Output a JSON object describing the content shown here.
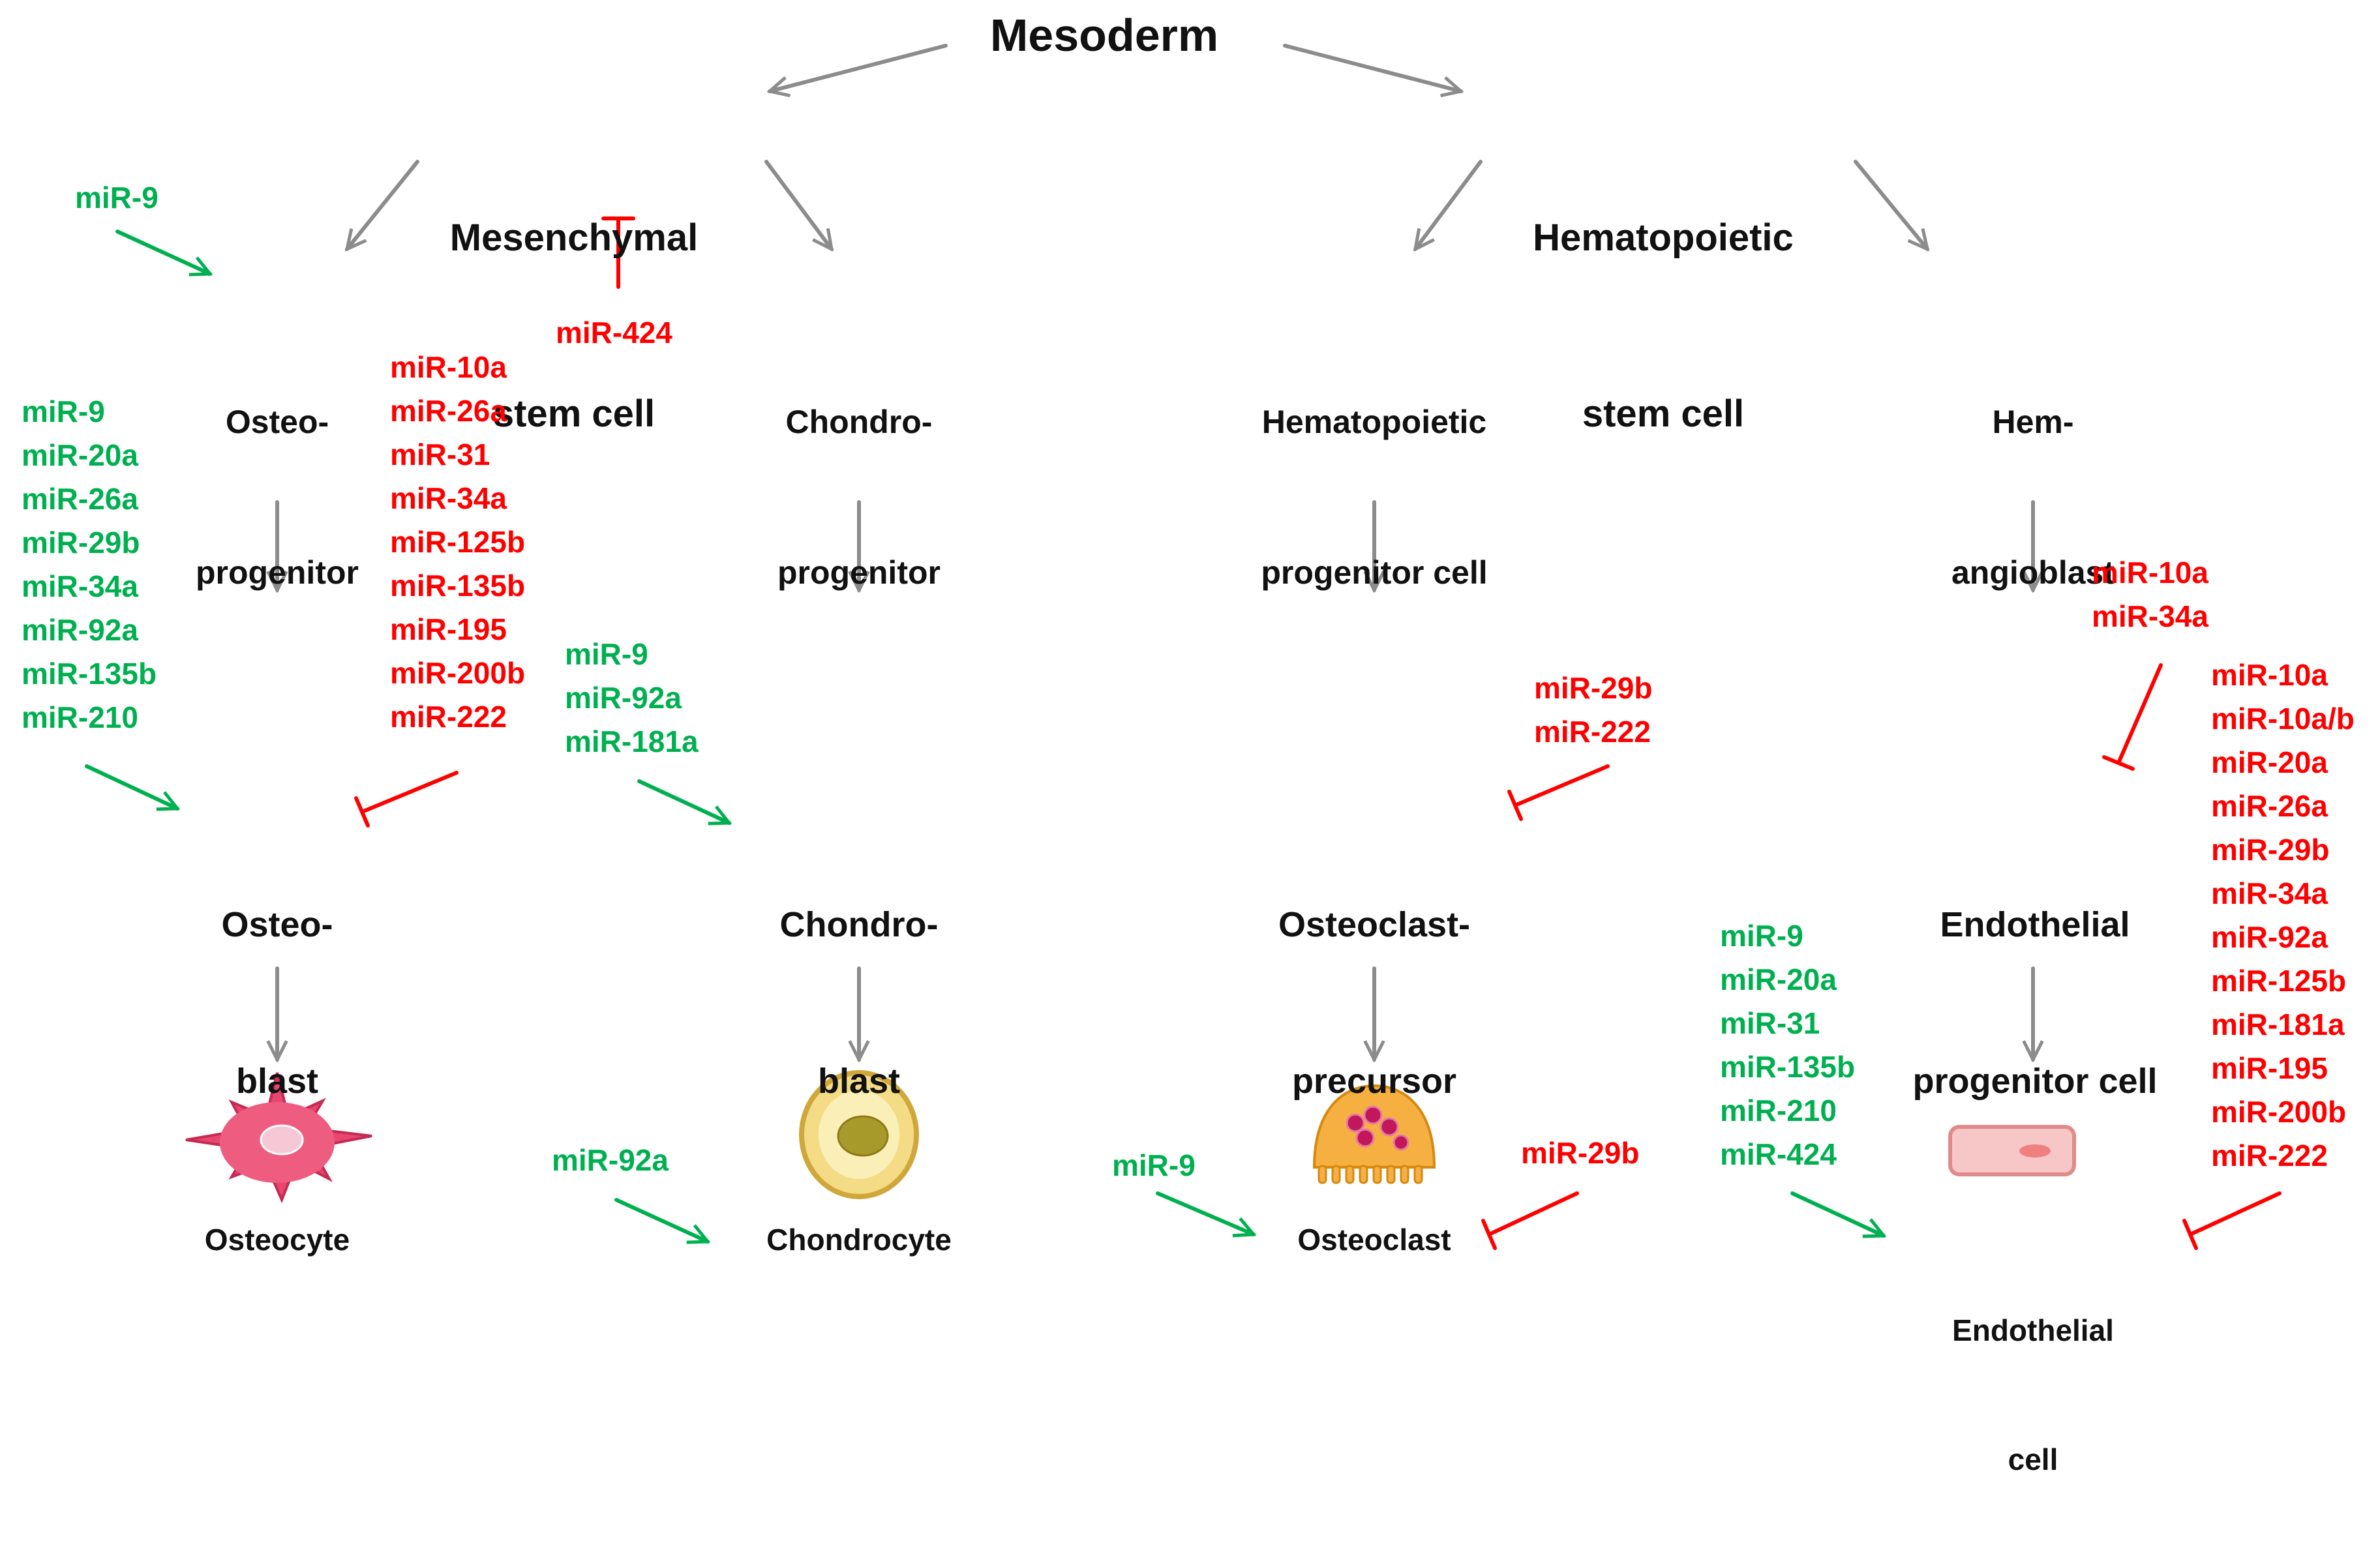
{
  "colors": {
    "activator": "#00B050",
    "inhibitor": "#FF0000",
    "arrow": "#8C8C8C",
    "text": "#111111"
  },
  "nodes": {
    "mesoderm": "Mesoderm",
    "msc_line1": "Mesenchymal",
    "msc_line2": "stem cell",
    "hsc_line1": "Hematopoietic",
    "hsc_line2": "stem cell",
    "osteoprog_line1": "Osteo-",
    "osteoprog_line2": "progenitor",
    "chondroprog_line1": "Chondro-",
    "chondroprog_line2": "progenitor",
    "hemprog_line1": "Hematopoietic",
    "hemprog_line2": "progenitor cell",
    "hemangio_line1": "Hem-",
    "hemangio_line2": "angioblast",
    "osteoblast_line1": "Osteo-",
    "osteoblast_line2": "blast",
    "chondroblast_line1": "Chondro-",
    "chondroblast_line2": "blast",
    "ocprec_line1": "Osteoclast-",
    "ocprec_line2": "precursor",
    "epc_line1": "Endothelial",
    "epc_line2": "progenitor cell",
    "osteocyte": "Osteocyte",
    "chondrocyte": "Chondrocyte",
    "osteoclast": "Osteoclast",
    "endo_line1": "Endothelial",
    "endo_line2": "cell"
  },
  "mirna": {
    "msc_to_osteoprog_act": [
      "miR-9"
    ],
    "msc_inhib": [
      "miR-424"
    ],
    "osteoblast_act": [
      "miR-9",
      "miR-20a",
      "miR-26a",
      "miR-29b",
      "miR-34a",
      "miR-92a",
      "miR-135b",
      "miR-210"
    ],
    "osteoblast_inhib": [
      "miR-10a",
      "miR-26a",
      "miR-31",
      "miR-34a",
      "miR-125b",
      "miR-135b",
      "miR-195",
      "miR-200b",
      "miR-222"
    ],
    "chondroblast_act": [
      "miR-9",
      "miR-92a",
      "miR-181a"
    ],
    "ocprec_inhib": [
      "miR-29b",
      "miR-222"
    ],
    "epc_inhib": [
      "miR-10a",
      "miR-34a"
    ],
    "endo_inhib": [
      "miR-10a",
      "miR-10a/b",
      "miR-20a",
      "miR-26a",
      "miR-29b",
      "miR-34a",
      "miR-92a",
      "miR-125b",
      "miR-181a",
      "miR-195",
      "miR-200b",
      "miR-222"
    ],
    "endo_act": [
      "miR-9",
      "miR-20a",
      "miR-31",
      "miR-135b",
      "miR-210",
      "miR-424"
    ],
    "chondrocyte_act": [
      "miR-92a"
    ],
    "osteoclast_act": [
      "miR-9"
    ],
    "osteoclast_inhib": [
      "miR-29b"
    ]
  }
}
